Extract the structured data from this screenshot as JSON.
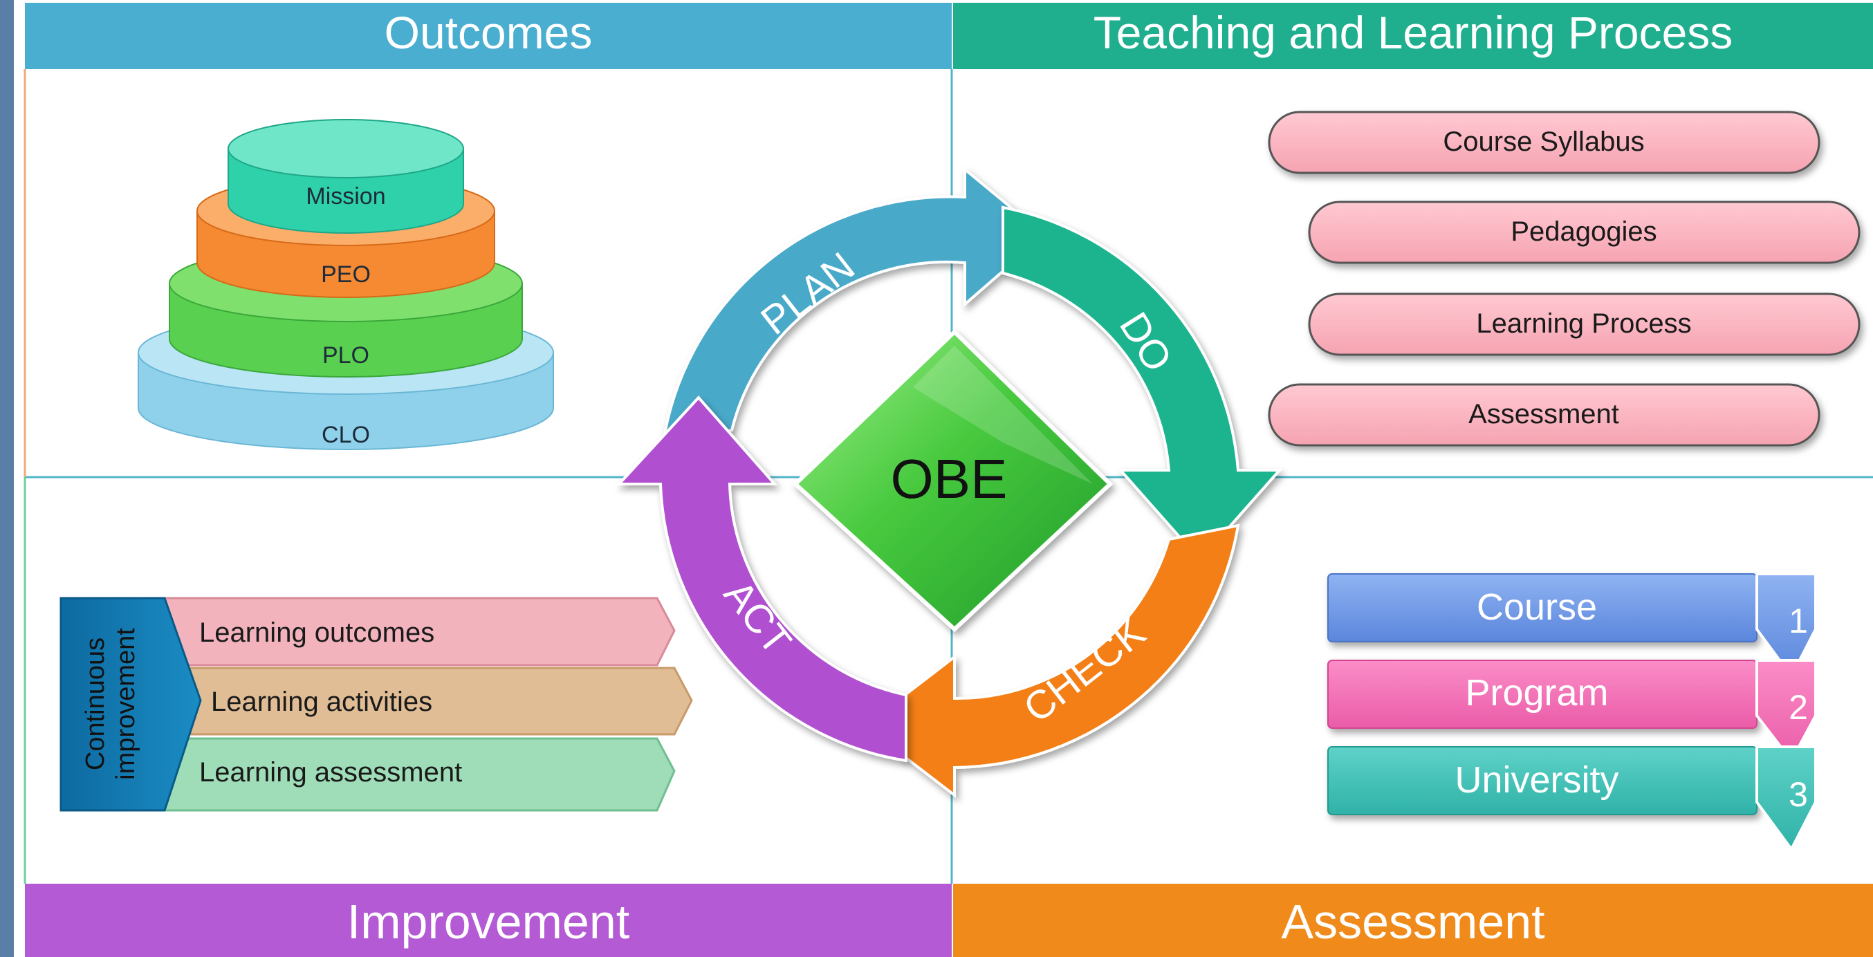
{
  "panels": {
    "outcomes": {
      "title": "Outcomes"
    },
    "teaching": {
      "title": "Teaching and Learning Process"
    },
    "improvement": {
      "title": "Improvement"
    },
    "assessment": {
      "title": "Assessment"
    }
  },
  "pyramid": {
    "layers": [
      "Mission",
      "PEO",
      "PLO",
      "CLO"
    ]
  },
  "cycle": {
    "center": "OBE",
    "plan": "PLAN",
    "do": "DO",
    "check": "CHECK",
    "act": "ACT"
  },
  "process_items": [
    "Course Syllabus",
    "Pedagogies",
    "Learning Process",
    "Assessment"
  ],
  "continuous": {
    "label_line1": "Continuous",
    "label_line2": "improvement",
    "items": [
      "Learning outcomes",
      "Learning activities",
      "Learning assessment"
    ]
  },
  "levels": [
    {
      "name": "Course",
      "number": "1"
    },
    {
      "name": "Program",
      "number": "2"
    },
    {
      "name": "University",
      "number": "3"
    }
  ],
  "colors": {
    "outcomes": "#4aaed0",
    "teaching": "#1fae8e",
    "improvement": "#b35ad4",
    "assessment": "#f08a1a",
    "obe": "#3fbf3a"
  }
}
